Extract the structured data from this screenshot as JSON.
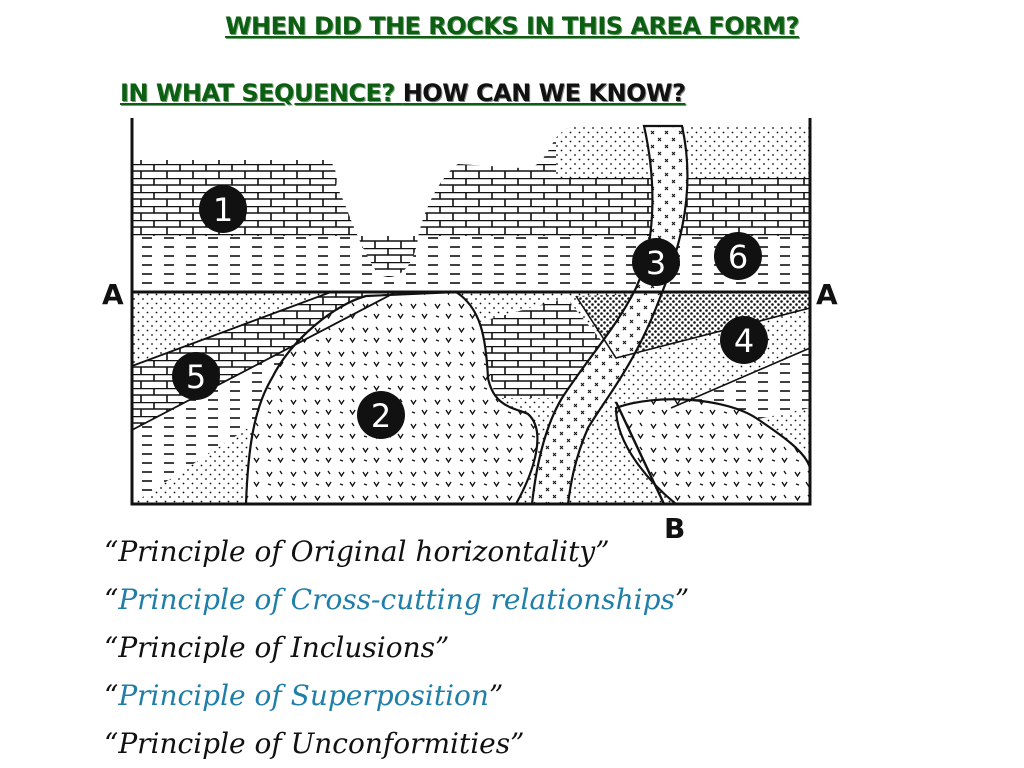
{
  "title": {
    "line1": "WHEN DID THE ROCKS IN THIS AREA FORM?",
    "line2_a": "IN WHAT SEQUENCE?",
    "line2_b": "HOW CAN WE KNOW?"
  },
  "diagram": {
    "labels": {
      "left_marker": "A",
      "right_marker": "A",
      "bottom_marker": "B"
    },
    "units": [
      "1",
      "2",
      "3",
      "4",
      "5",
      "6"
    ]
  },
  "principles": [
    {
      "open": "“",
      "text": "Principle of Original horizontality",
      "close": "”",
      "blue": false
    },
    {
      "open": "“",
      "text": "Principle of Cross-cutting relationships",
      "close": "”",
      "blue": true
    },
    {
      "open": "“",
      "text": "Principle of Inclusions",
      "close": "”",
      "blue": false
    },
    {
      "open": "“",
      "text": "Principle of Superposition",
      "close": "”",
      "blue": true
    },
    {
      "open": "“",
      "text": "Principle of Unconformities",
      "close": "”",
      "blue": false
    }
  ],
  "colors": {
    "title_green": "#0b5e12",
    "principle_blue": "#1f7fa8",
    "ink": "#111111"
  }
}
